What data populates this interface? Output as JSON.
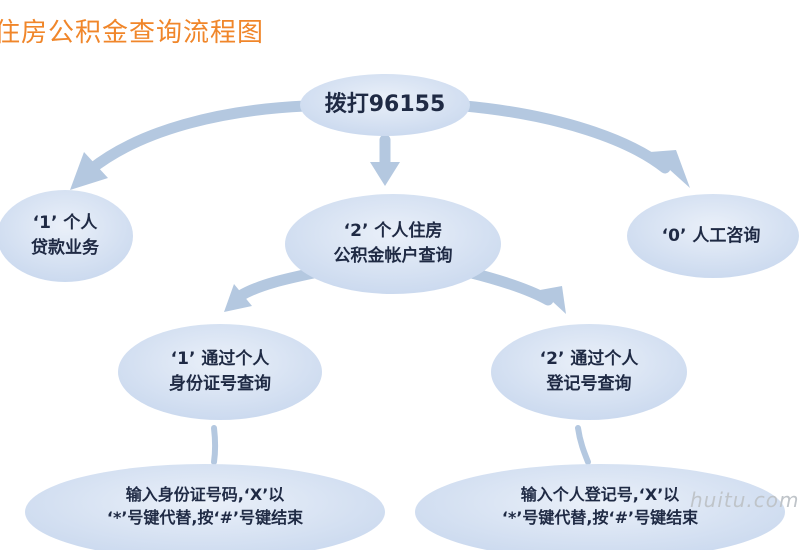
{
  "title": "住房公积金查询流程图",
  "colors": {
    "title": "#f0862a",
    "node_fill": "#d8e3f3",
    "arrow": "#b4c8e0",
    "text": "#1f2a44"
  },
  "nodes": {
    "root": {
      "lines": [
        "拨打96155"
      ]
    },
    "loan": {
      "lines": [
        "‘1’ 个人",
        "贷款业务"
      ]
    },
    "fund": {
      "lines": [
        "‘2’ 个人住房",
        "公积金帐户查询"
      ]
    },
    "staff": {
      "lines": [
        "‘0’ 人工咨询"
      ]
    },
    "id_query": {
      "lines": [
        "‘1’ 通过个人",
        "身份证号查询"
      ]
    },
    "reg_query": {
      "lines": [
        "‘2’ 通过个人",
        "登记号查询"
      ]
    },
    "id_input": {
      "lines": [
        "输入身份证号码,‘X’以",
        "‘*’号键代替,按‘#’号键结束"
      ]
    },
    "reg_input": {
      "lines": [
        "输入个人登记号,‘X’以",
        "‘*’号键代替,按‘#’号键结束"
      ]
    }
  },
  "watermark": "huitu.com"
}
